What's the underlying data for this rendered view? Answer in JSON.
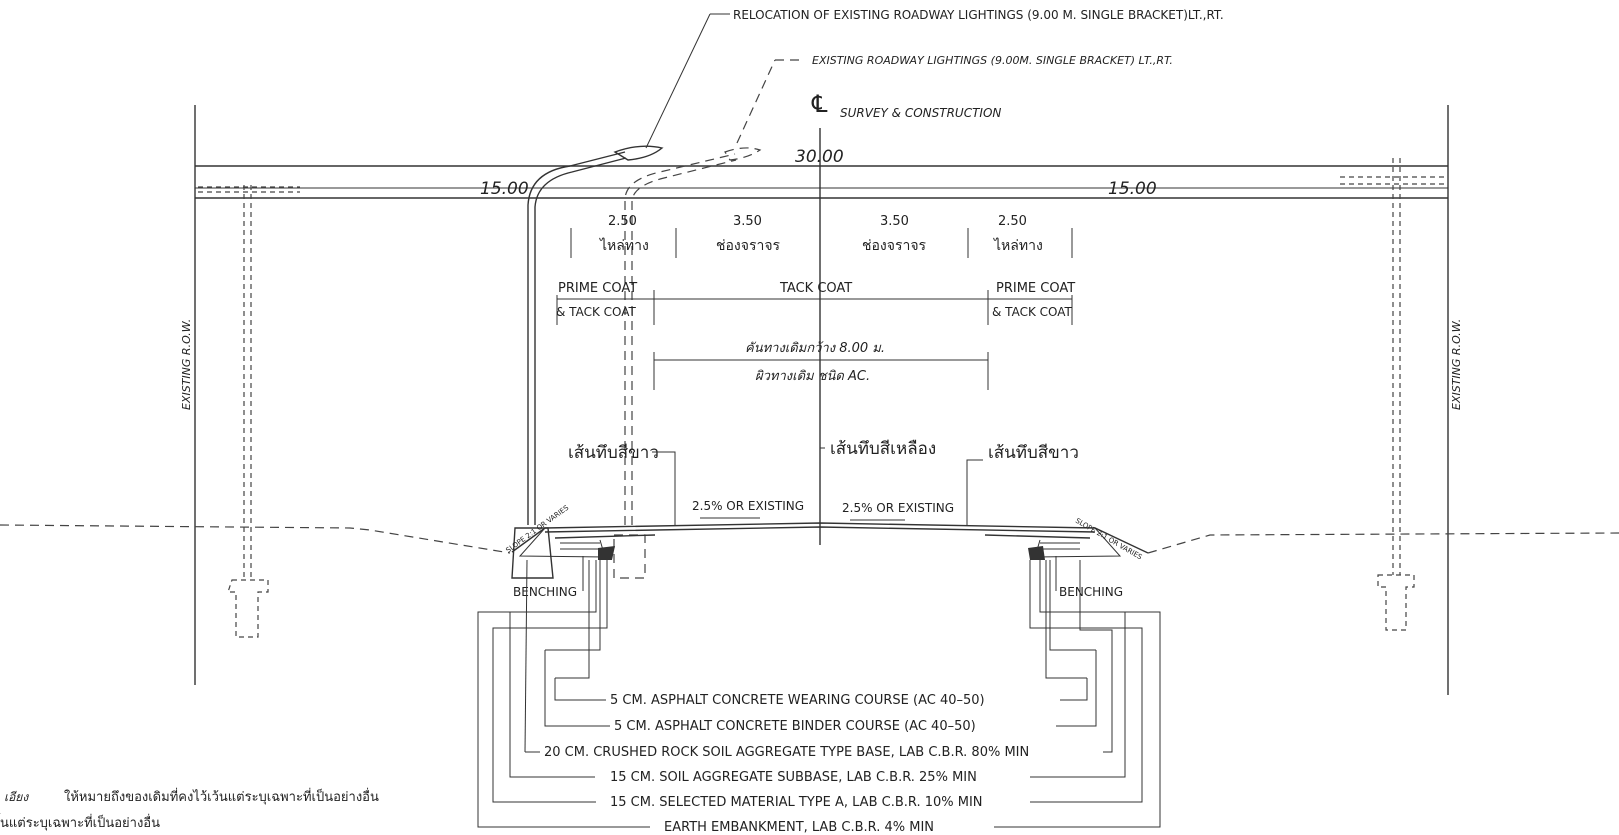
{
  "callouts": {
    "relocation_lighting": "RELOCATION OF EXISTING ROADWAY LIGHTINGS (9.00 M. SINGLE BRACKET)LT.,RT.",
    "existing_lighting": "EXISTING ROADWAY LIGHTINGS (9.00M. SINGLE BRACKET) LT.,RT."
  },
  "centerline": {
    "symbol": "℄",
    "label": "SURVEY & CONSTRUCTION"
  },
  "row": {
    "left_label": "EXISTING R.O.W.",
    "right_label": "EXISTING R.O.W."
  },
  "dimensions": {
    "total": "30.00",
    "left_half": "15.00",
    "right_half": "15.00",
    "segments": [
      {
        "value": "2.50",
        "label": "ไหล่ทาง"
      },
      {
        "value": "3.50",
        "label": "ช่องจราจร"
      },
      {
        "value": "3.50",
        "label": "ช่องจราจร"
      },
      {
        "value": "2.50",
        "label": "ไหล่ทาง"
      }
    ]
  },
  "coats": {
    "left_line1": "PRIME COAT",
    "left_line2": "& TACK COAT",
    "center": "TACK COAT",
    "right_line1": "PRIME COAT",
    "right_line2": "& TACK COAT"
  },
  "existing_road": {
    "width_note": "คันทางเดิมกว้าง 8.00 ม.",
    "surface_note": "ผิวทางเดิม ชนิด AC."
  },
  "markings": {
    "left_white": "เส้นทึบสีขาว",
    "center_yellow": "เส้นทึบสีเหลือง",
    "right_white": "เส้นทึบสีขาว"
  },
  "slopes": {
    "left_crossfall": "2.5% OR EXISTING",
    "right_crossfall": "2.5% OR EXISTING",
    "left_side": "SLOPE 2:1 OR VARIES",
    "right_side": "SLOPE 2:1 OR VARIES"
  },
  "benching": {
    "left": "BENCHING",
    "right": "BENCHING"
  },
  "layers": [
    "5 CM. ASPHALT CONCRETE WEARING COURSE (AC 40–50)",
    "5 CM. ASPHALT CONCRETE BINDER COURSE (AC 40–50)",
    "20 CM. CRUSHED ROCK SOIL AGGREGATE TYPE BASE, LAB C.B.R. 80% MIN",
    "15 CM. SOIL AGGREGATE SUBBASE, LAB C.B.R. 25% MIN",
    "15 CM. SELECTED MATERIAL TYPE A, LAB C.B.R. 10% MIN",
    "EARTH EMBANKMENT, LAB C.B.R. 4% MIN"
  ],
  "notes": {
    "line1_prefix": "เอียง",
    "line1_text": "ให้หมายถึงของเดิมที่คงไว้เว้นแต่ระบุเฉพาะที่เป็นอย่างอื่น",
    "line2_text": "้นแต่ระบุเฉพาะที่เป็นอย่างอื่น"
  }
}
